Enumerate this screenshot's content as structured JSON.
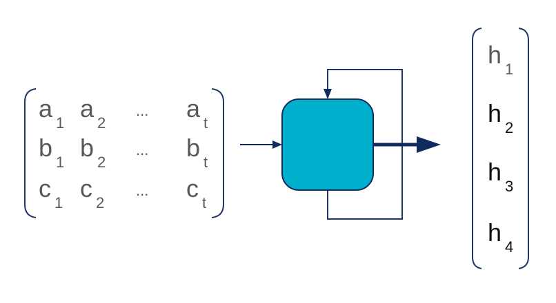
{
  "diagram": {
    "title": "Recurrent unit processing sequence matrix into hidden states",
    "input_matrix": {
      "rows": [
        {
          "cells": [
            {
              "base": "a",
              "sub": "1"
            },
            {
              "base": "a",
              "sub": "2"
            },
            {
              "ellipsis": "..."
            },
            {
              "base": "a",
              "sub": "t"
            }
          ]
        },
        {
          "cells": [
            {
              "base": "b",
              "sub": "1"
            },
            {
              "base": "b",
              "sub": "2"
            },
            {
              "ellipsis": "..."
            },
            {
              "base": "b",
              "sub": "t"
            }
          ]
        },
        {
          "cells": [
            {
              "base": "c",
              "sub": "1"
            },
            {
              "base": "c",
              "sub": "2"
            },
            {
              "ellipsis": "..."
            },
            {
              "base": "c",
              "sub": "t"
            }
          ]
        }
      ]
    },
    "recurrent_cell": {
      "label": "",
      "fill_color": "#00AFCC",
      "stroke_color": "#0F2A5C"
    },
    "output_vector": {
      "items": [
        {
          "base": "h",
          "sub": "1",
          "tone": "gray"
        },
        {
          "base": "h",
          "sub": "2",
          "tone": "black"
        },
        {
          "base": "h",
          "sub": "3",
          "tone": "black"
        },
        {
          "base": "h",
          "sub": "4",
          "tone": "black"
        }
      ]
    },
    "colors": {
      "bracket": "#1F3566",
      "arrow": "#0F2A5C",
      "text_gray": "#595959",
      "text_black": "#111111"
    }
  }
}
